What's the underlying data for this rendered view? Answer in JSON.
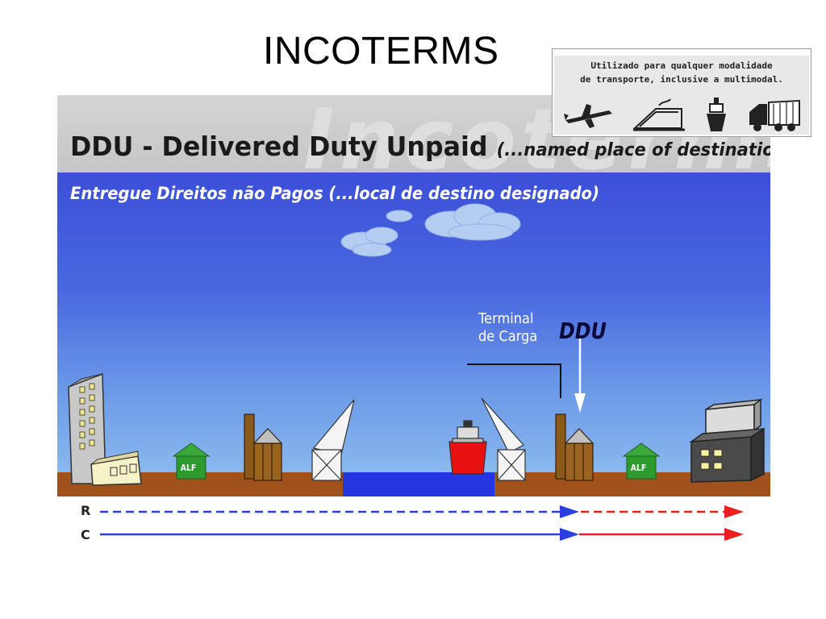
{
  "page": {
    "title": "INCOTERMS"
  },
  "diagram": {
    "watermark": "Incoterms",
    "title_main": "DDU - Delivered Duty Unpaid",
    "title_named": "(...named place of destination)",
    "subtitle": "Entregue Direitos não Pagos (...local de destino designado)",
    "terminal_line1": "Terminal",
    "terminal_line2": "de Carga",
    "marker": "DDU",
    "alf_left": "ALF",
    "alf_right": "ALF",
    "risk_label": "R",
    "cost_label": "C"
  },
  "callout": {
    "line1": "Utilizado para qualquer modalidade",
    "line2": "de transporte, inclusive a multimodal.",
    "icons": [
      "airplane-icon",
      "train-icon",
      "ship-icon",
      "truck-icon"
    ]
  },
  "colors": {
    "seller": "#2a3fe0",
    "buyer": "#e82020",
    "ground": "#a0521a",
    "water": "#2535e0",
    "sky_top": "#3c4fd8",
    "alf_green": "#2c9a2c"
  }
}
